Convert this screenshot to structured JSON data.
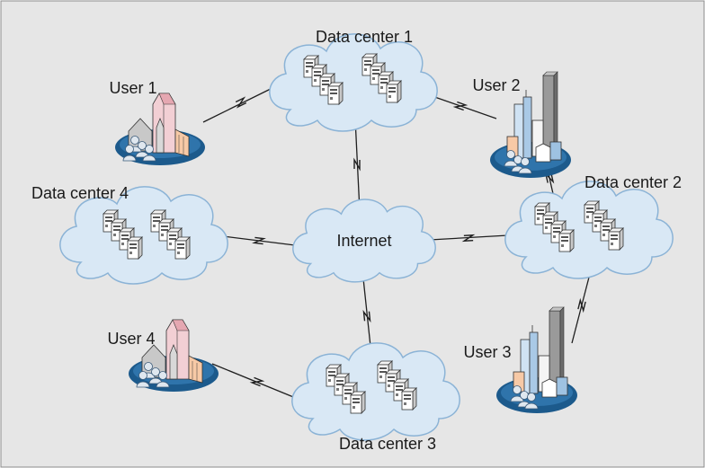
{
  "colors": {
    "panel_fill": "#e6e6e6",
    "panel_border": "#8c8c8c",
    "cloud_fill": "#d9e8f5",
    "cloud_stroke": "#8bb3d6",
    "link_color": "#1f1f1f",
    "base_ellipse": "#1c5a8c"
  },
  "nodes": {
    "internet": {
      "label": "Internet",
      "icon": "cloud-icon"
    },
    "dc1": {
      "label": "Data center 1",
      "icon": "server-rack-icon"
    },
    "dc2": {
      "label": "Data center 2",
      "icon": "server-rack-icon"
    },
    "dc3": {
      "label": "Data center 3",
      "icon": "server-rack-icon"
    },
    "dc4": {
      "label": "Data center 4",
      "icon": "server-rack-icon"
    },
    "user1": {
      "label": "User 1",
      "icon": "campus-building-icon"
    },
    "user2": {
      "label": "User 2",
      "icon": "city-skyline-icon"
    },
    "user3": {
      "label": "User 3",
      "icon": "city-skyline-icon"
    },
    "user4": {
      "label": "User 4",
      "icon": "campus-building-icon"
    }
  },
  "links": [
    {
      "from": "user1",
      "to": "dc1"
    },
    {
      "from": "dc1",
      "to": "user2"
    },
    {
      "from": "dc1",
      "to": "internet"
    },
    {
      "from": "user2",
      "to": "dc2"
    },
    {
      "from": "dc4",
      "to": "internet"
    },
    {
      "from": "internet",
      "to": "dc2"
    },
    {
      "from": "internet",
      "to": "dc3"
    },
    {
      "from": "dc2",
      "to": "user3"
    },
    {
      "from": "user4",
      "to": "dc3"
    }
  ]
}
